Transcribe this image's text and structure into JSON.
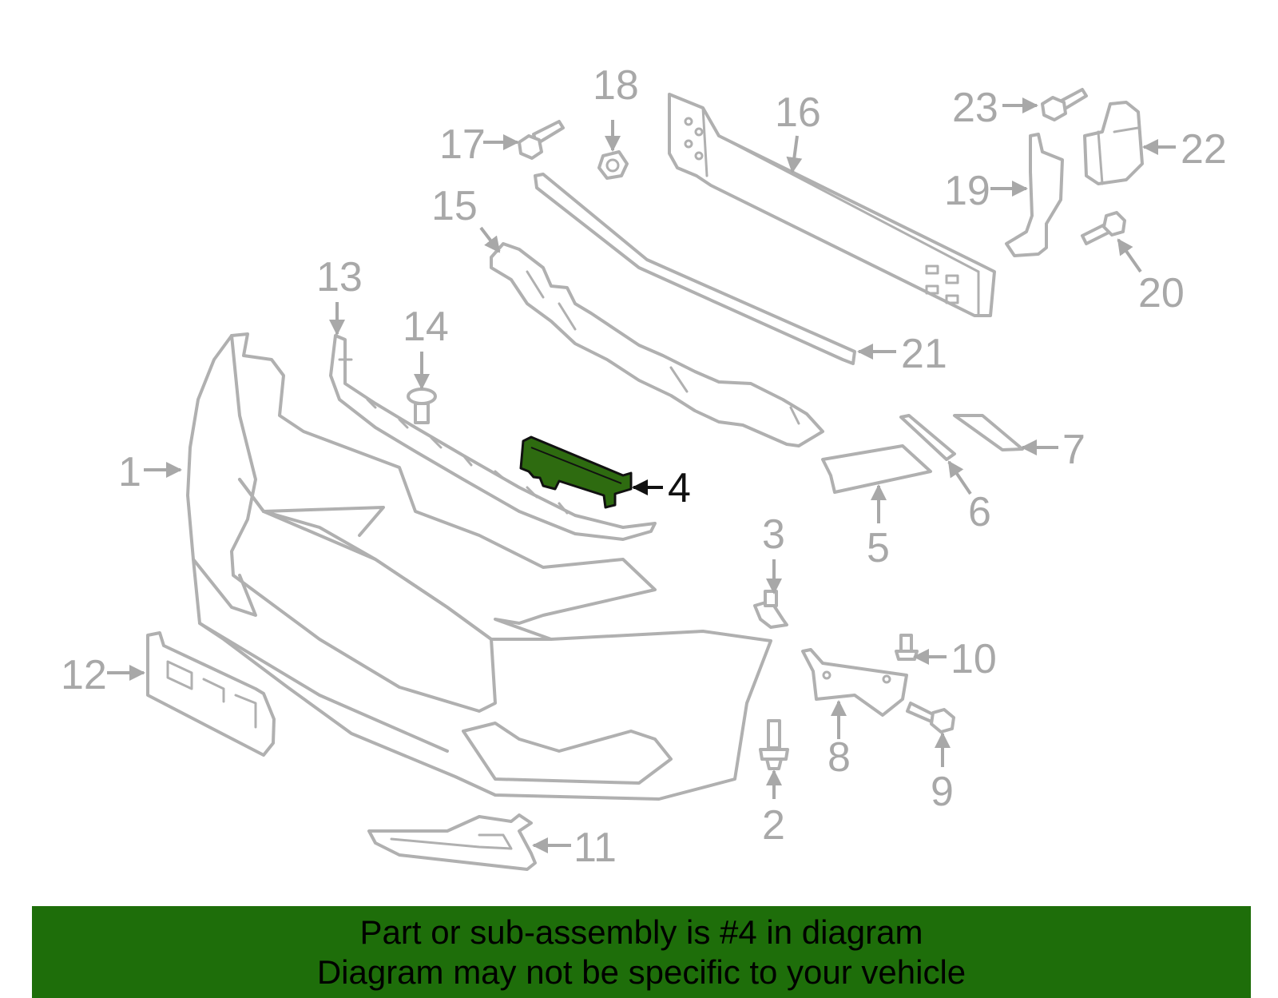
{
  "diagram": {
    "highlighted_part": "4",
    "callouts": [
      "1",
      "2",
      "3",
      "4",
      "5",
      "6",
      "7",
      "8",
      "9",
      "10",
      "11",
      "12",
      "13",
      "14",
      "15",
      "16",
      "17",
      "18",
      "19",
      "20",
      "21",
      "22",
      "23"
    ]
  },
  "colors": {
    "banner_bg": "#1e6e0a",
    "highlight_fill": "#2e6b10",
    "line_gray": "#b0b0b0"
  },
  "banner": {
    "line1": "Part or sub-assembly is #4 in diagram",
    "line2": "Diagram may not be specific to your vehicle"
  }
}
